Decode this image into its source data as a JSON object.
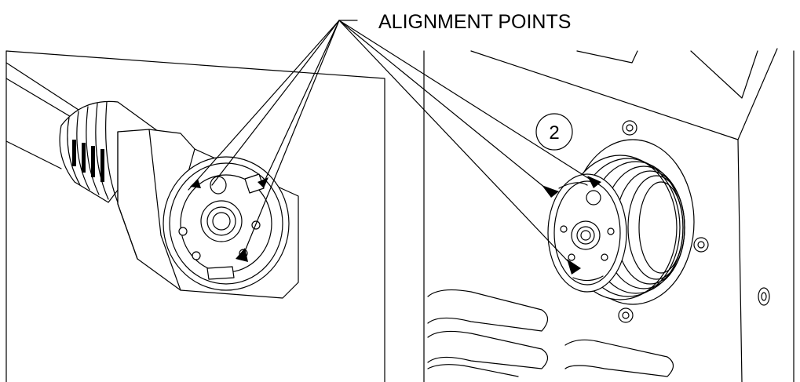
{
  "callout": {
    "label": "ALIGNMENT POINTS"
  },
  "step_badge": {
    "number": "2"
  },
  "panels": [
    {
      "id": "connector-end",
      "icon": "torch-connector-icon"
    },
    {
      "id": "machine-receptacle",
      "icon": "machine-socket-icon"
    }
  ]
}
